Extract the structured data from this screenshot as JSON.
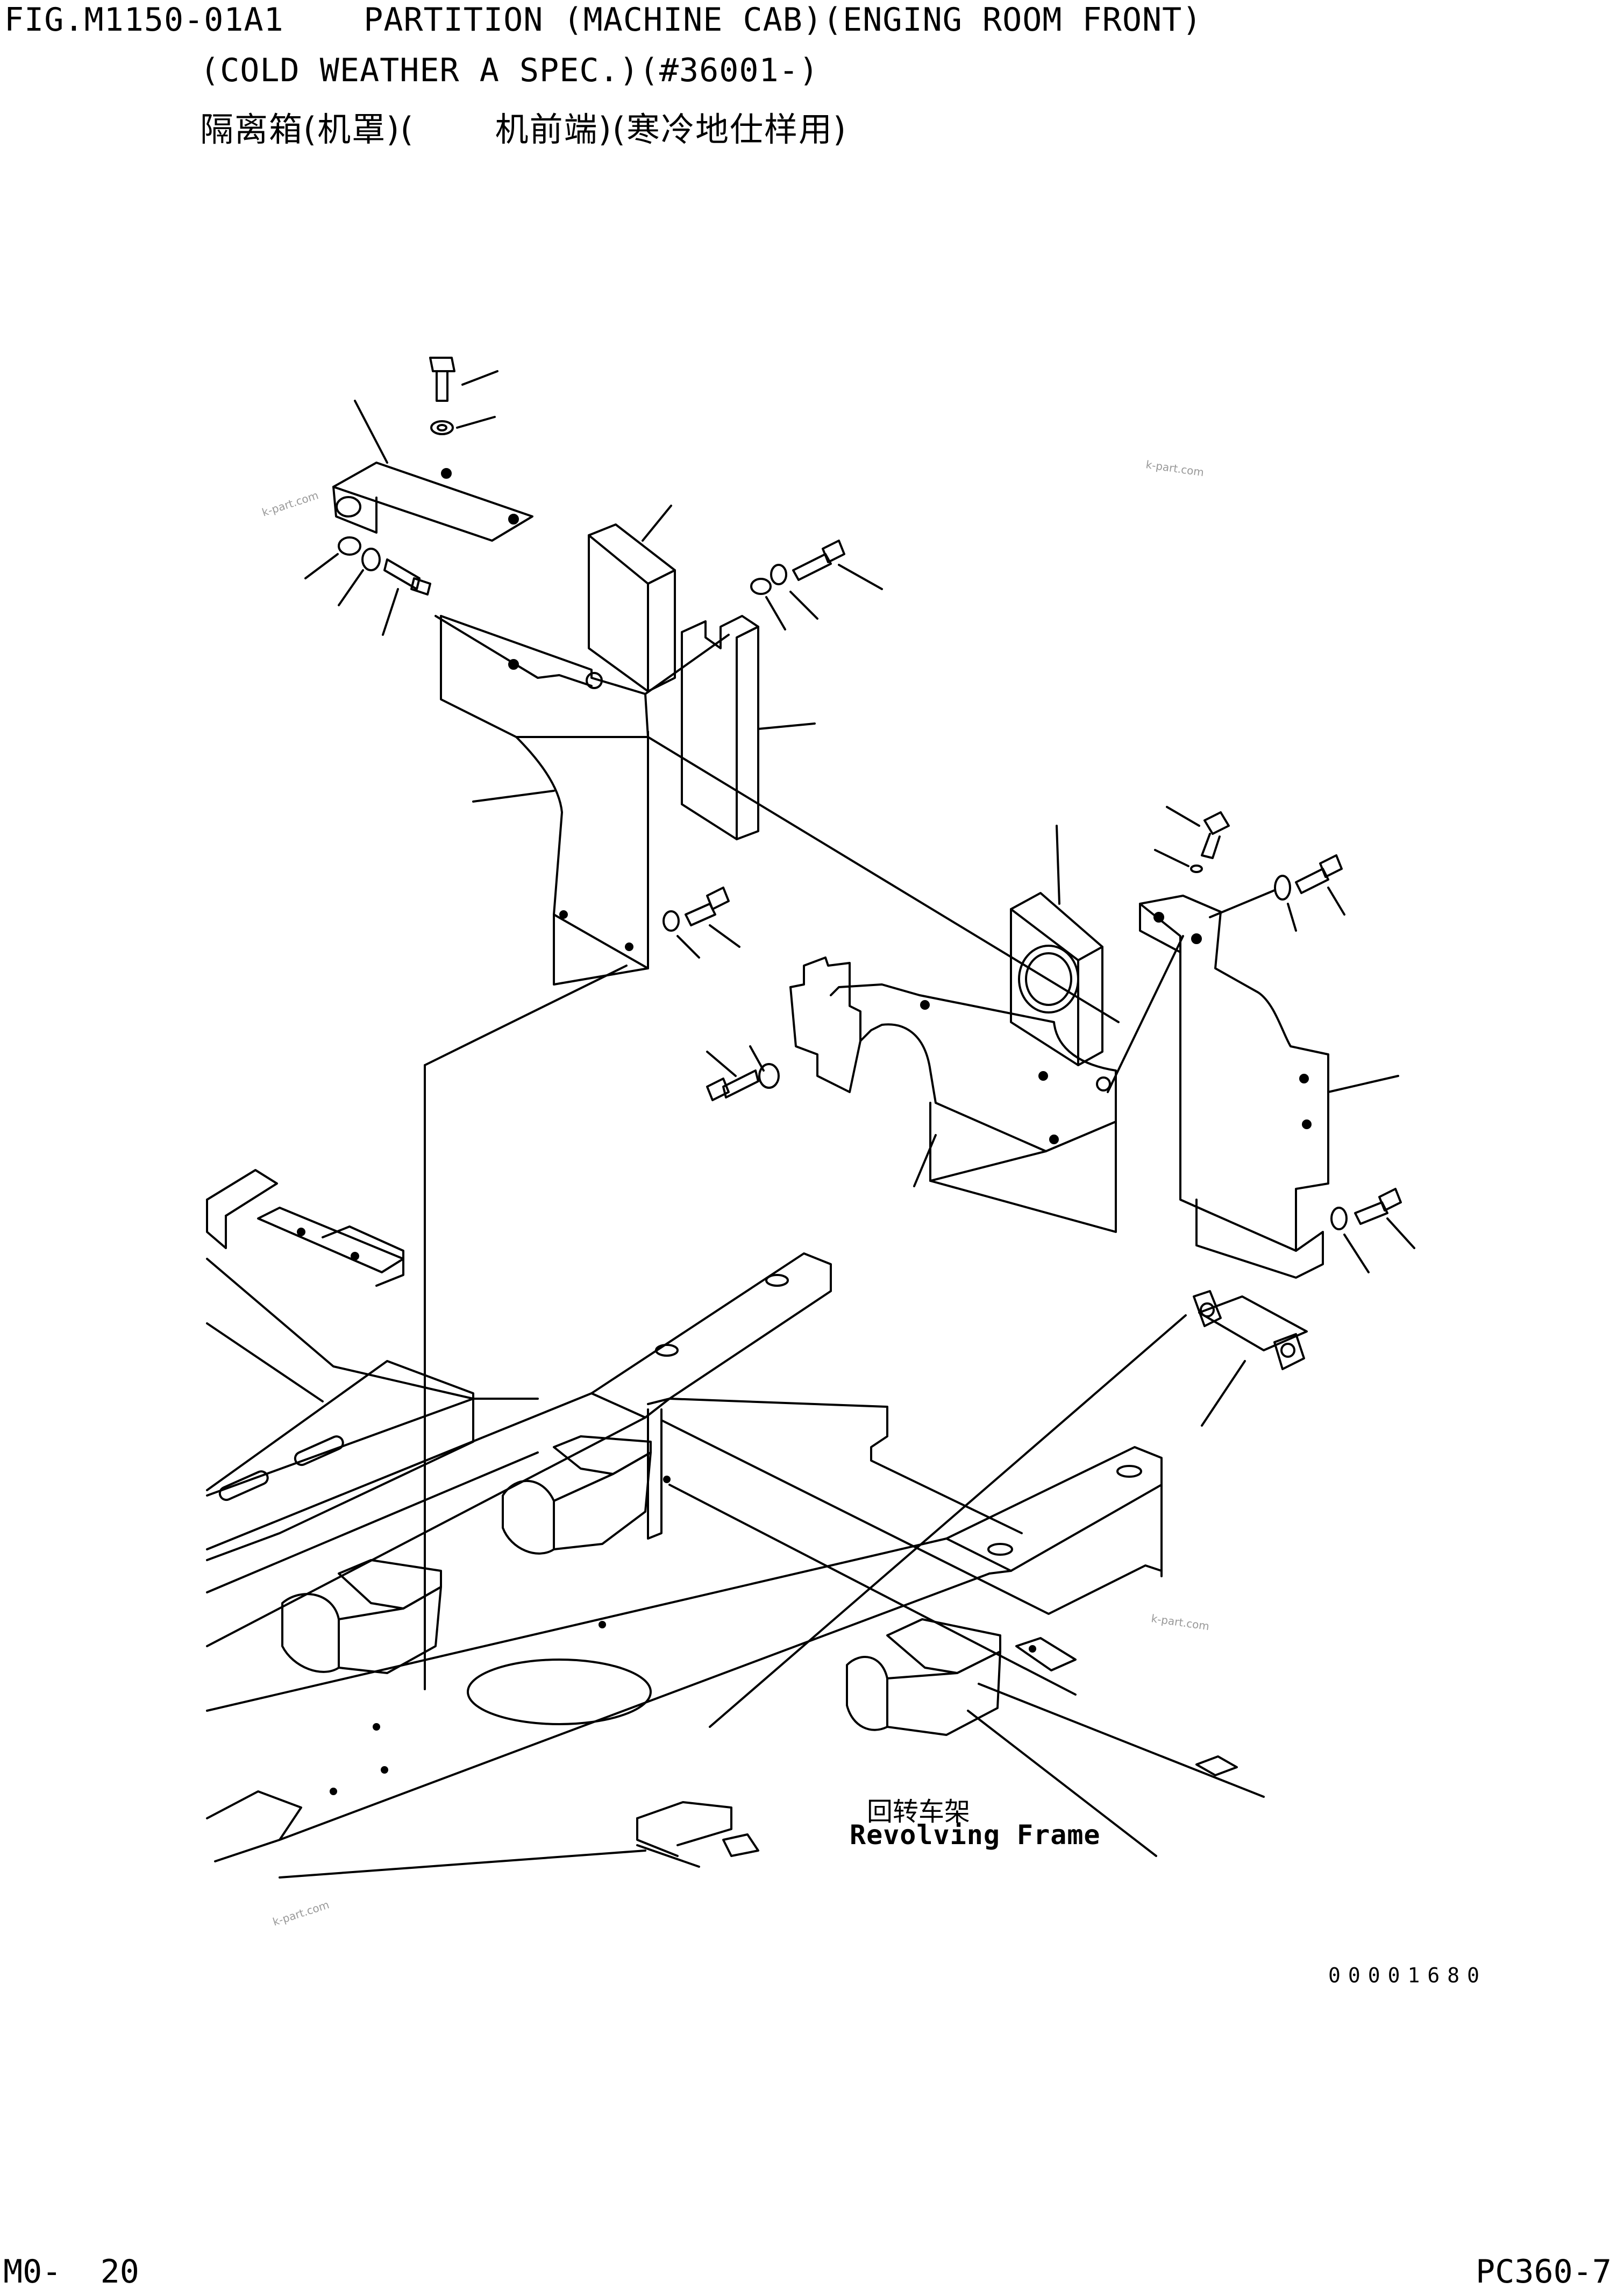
{
  "header": {
    "line1": "FIG.M1150-01A1    PARTITION (MACHINE CAB)(ENGING ROOM FRONT)",
    "line2": "(COLD WEATHER A SPEC.)(#36001-)",
    "line3_a": "隔离箱(机罩)(",
    "line3_b": "机前端)(寒冷地仕样用)"
  },
  "drawing": {
    "frame_label_cn": "回转车架",
    "frame_label_en": "Revolving Frame",
    "drawing_number": "00001680",
    "watermarks": [
      "k-part.com",
      "k-part.com",
      "k-part.com",
      "k-part.com"
    ]
  },
  "footer": {
    "page": "M0-  20",
    "model": "PC360-7"
  }
}
